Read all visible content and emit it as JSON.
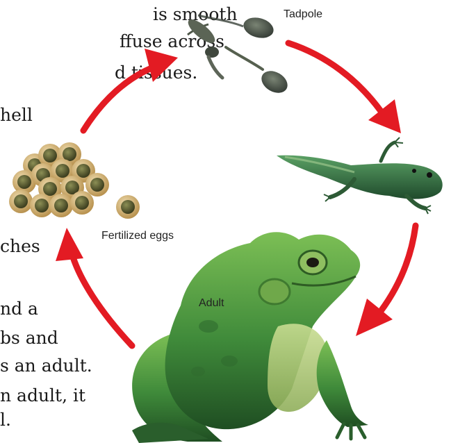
{
  "text_fragments": [
    "is smooth",
    "ffuse across",
    "d tissues.",
    "hell",
    "ches",
    "nd a",
    "bs and",
    "s an adult.",
    "n adult, it",
    "l."
  ],
  "stages": {
    "tadpole": "Tadpole",
    "eggs": "Fertilized eggs",
    "adult": "Adult"
  },
  "colors": {
    "arrow": "#e31b23",
    "frog_green": "#3f8a3a",
    "egg_outer": "#c9a86a",
    "egg_inner": "#5a5a2e",
    "tadpole": "#4d5648"
  },
  "icons": [
    "cycle-arrow-icon",
    "tadpole-icon",
    "froglet-icon",
    "frog-icon",
    "egg-icon"
  ]
}
